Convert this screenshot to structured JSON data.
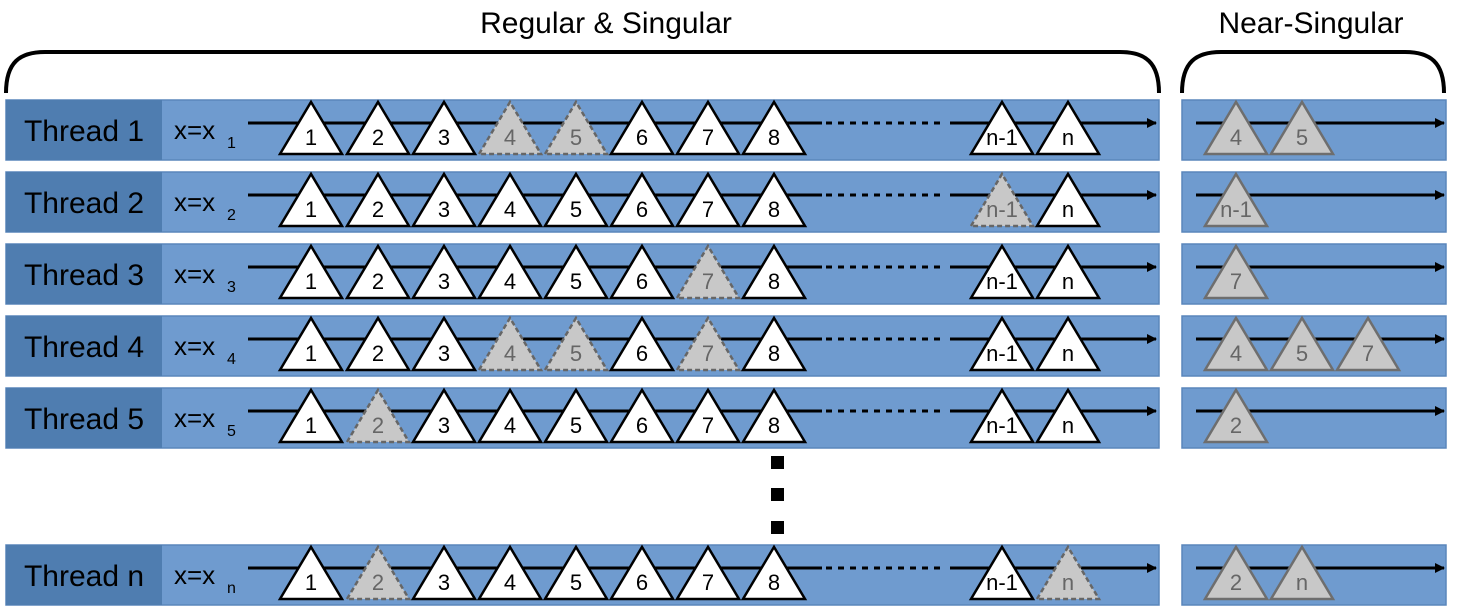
{
  "headers": {
    "left": "Regular & Singular",
    "right": "Near-Singular"
  },
  "colors": {
    "row_fill": "#6f9bcf",
    "row_stroke": "#5a86bb",
    "label_fill": "#4f7db0",
    "regular_fill": "#ffffff",
    "singular_fill": "#c8c8c8",
    "line": "#000000",
    "grey_text": "#666666",
    "near_edge": "#6e6e6e"
  },
  "ellipsis_rows": "•••",
  "rows": [
    {
      "thread": "Thread 1",
      "x_label": "x=x",
      "x_sub": "1",
      "points": [
        {
          "label": "1",
          "singular": false
        },
        {
          "label": "2",
          "singular": false
        },
        {
          "label": "3",
          "singular": false
        },
        {
          "label": "4",
          "singular": true
        },
        {
          "label": "5",
          "singular": true
        },
        {
          "label": "6",
          "singular": false
        },
        {
          "label": "7",
          "singular": false
        },
        {
          "label": "8",
          "singular": false
        },
        {
          "label": "n-1",
          "singular": false
        },
        {
          "label": "n",
          "singular": false
        }
      ],
      "near_singular": [
        "4",
        "5"
      ]
    },
    {
      "thread": "Thread 2",
      "x_label": "x=x",
      "x_sub": "2",
      "points": [
        {
          "label": "1",
          "singular": false
        },
        {
          "label": "2",
          "singular": false
        },
        {
          "label": "3",
          "singular": false
        },
        {
          "label": "4",
          "singular": false
        },
        {
          "label": "5",
          "singular": false
        },
        {
          "label": "6",
          "singular": false
        },
        {
          "label": "7",
          "singular": false
        },
        {
          "label": "8",
          "singular": false
        },
        {
          "label": "n-1",
          "singular": true
        },
        {
          "label": "n",
          "singular": false
        }
      ],
      "near_singular": [
        "n-1"
      ]
    },
    {
      "thread": "Thread 3",
      "x_label": "x=x",
      "x_sub": "3",
      "points": [
        {
          "label": "1",
          "singular": false
        },
        {
          "label": "2",
          "singular": false
        },
        {
          "label": "3",
          "singular": false
        },
        {
          "label": "4",
          "singular": false
        },
        {
          "label": "5",
          "singular": false
        },
        {
          "label": "6",
          "singular": false
        },
        {
          "label": "7",
          "singular": true
        },
        {
          "label": "8",
          "singular": false
        },
        {
          "label": "n-1",
          "singular": false
        },
        {
          "label": "n",
          "singular": false
        }
      ],
      "near_singular": [
        "7"
      ]
    },
    {
      "thread": "Thread 4",
      "x_label": "x=x",
      "x_sub": "4",
      "points": [
        {
          "label": "1",
          "singular": false
        },
        {
          "label": "2",
          "singular": false
        },
        {
          "label": "3",
          "singular": false
        },
        {
          "label": "4",
          "singular": true
        },
        {
          "label": "5",
          "singular": true
        },
        {
          "label": "6",
          "singular": false
        },
        {
          "label": "7",
          "singular": true
        },
        {
          "label": "8",
          "singular": false
        },
        {
          "label": "n-1",
          "singular": false
        },
        {
          "label": "n",
          "singular": false
        }
      ],
      "near_singular": [
        "4",
        "5",
        "7"
      ]
    },
    {
      "thread": "Thread 5",
      "x_label": "x=x",
      "x_sub": "5",
      "points": [
        {
          "label": "1",
          "singular": false
        },
        {
          "label": "2",
          "singular": true
        },
        {
          "label": "3",
          "singular": false
        },
        {
          "label": "4",
          "singular": false
        },
        {
          "label": "5",
          "singular": false
        },
        {
          "label": "6",
          "singular": false
        },
        {
          "label": "7",
          "singular": false
        },
        {
          "label": "8",
          "singular": false
        },
        {
          "label": "n-1",
          "singular": false
        },
        {
          "label": "n",
          "singular": false
        }
      ],
      "near_singular": [
        "2"
      ]
    },
    {
      "thread": "Thread n",
      "x_label": "x=x",
      "x_sub": "n",
      "points": [
        {
          "label": "1",
          "singular": false
        },
        {
          "label": "2",
          "singular": true
        },
        {
          "label": "3",
          "singular": false
        },
        {
          "label": "4",
          "singular": false
        },
        {
          "label": "5",
          "singular": false
        },
        {
          "label": "6",
          "singular": false
        },
        {
          "label": "7",
          "singular": false
        },
        {
          "label": "8",
          "singular": false
        },
        {
          "label": "n-1",
          "singular": false
        },
        {
          "label": "n",
          "singular": true
        }
      ],
      "near_singular": [
        "2",
        "n"
      ]
    }
  ]
}
